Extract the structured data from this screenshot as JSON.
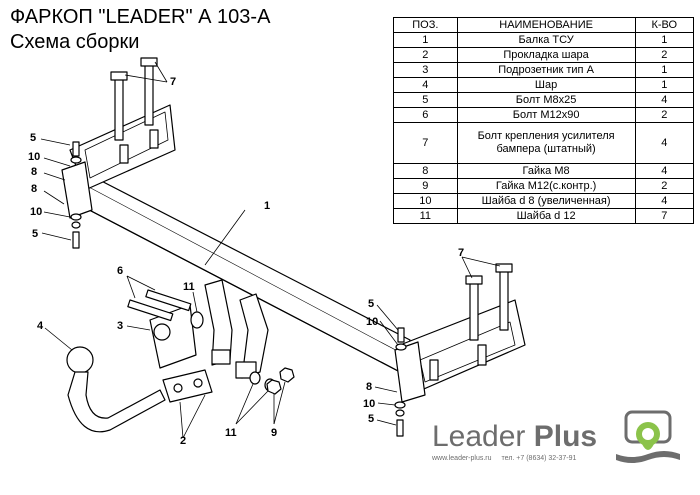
{
  "header": {
    "title": "ФАРКОП \"LEADER\" А 103-А",
    "subtitle": "Схема сборки"
  },
  "table": {
    "headers": [
      "ПОЗ.",
      "НАИМЕНОВАНИЕ",
      "К-ВО"
    ],
    "rows": [
      {
        "pos": "1",
        "name": "Балка ТСУ",
        "qty": "1"
      },
      {
        "pos": "2",
        "name": "Прокладка шара",
        "qty": "2"
      },
      {
        "pos": "3",
        "name": "Подрозетник тип А",
        "qty": "1"
      },
      {
        "pos": "4",
        "name": "Шар",
        "qty": "1"
      },
      {
        "pos": "5",
        "name": "Болт М8х25",
        "qty": "4"
      },
      {
        "pos": "6",
        "name": "Болт М12х90",
        "qty": "2"
      },
      {
        "pos": "7",
        "name": "Болт крепления усилителя бампера (штатный)",
        "qty": "4"
      },
      {
        "pos": "8",
        "name": "Гайка  М8",
        "qty": "4"
      },
      {
        "pos": "9",
        "name": "Гайка М12(с.контр.)",
        "qty": "2"
      },
      {
        "pos": "10",
        "name": "Шайба d 8 (увеличенная)",
        "qty": "4"
      },
      {
        "pos": "11",
        "name": "Шайба d 12",
        "qty": "7"
      }
    ]
  },
  "callouts": {
    "c1": "1",
    "c2": "2",
    "c3": "3",
    "c4": "4",
    "c5a": "5",
    "c5b": "5",
    "c5c": "5",
    "c5d": "5",
    "c6": "6",
    "c7a": "7",
    "c7b": "7",
    "c8a": "8",
    "c8b": "8",
    "c8c": "8",
    "c9": "9",
    "c10a": "10",
    "c10b": "10",
    "c10c": "10",
    "c10d": "10",
    "c11a": "11",
    "c11b": "11"
  },
  "brand": {
    "name_part1": "Leader ",
    "name_part2": "Plus",
    "website": "www.leader-plus.ru",
    "phone": "тел. +7 (8634) 32-37-91"
  },
  "colors": {
    "line": "#000000",
    "brand_gray": "#6d6d6d",
    "logo_green": "#8bc34a"
  }
}
